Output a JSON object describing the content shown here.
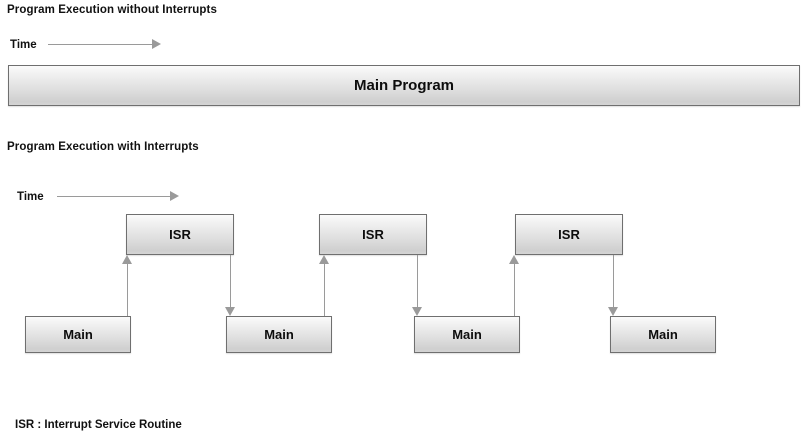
{
  "figure": {
    "sections": [
      {
        "id": "without-interrupts",
        "heading": "Program Execution without Interrupts",
        "time_axis": {
          "label": "Time",
          "arrow_icon": "right-arrow-icon"
        },
        "blocks": [
          {
            "label": "Main Program",
            "kind": "main-program"
          }
        ]
      },
      {
        "id": "with-interrupts",
        "heading": "Program Execution with Interrupts",
        "time_axis": {
          "label": "Time",
          "arrow_icon": "right-arrow-icon"
        },
        "isr_blocks": [
          {
            "label": "ISR"
          },
          {
            "label": "ISR"
          },
          {
            "label": "ISR"
          }
        ],
        "main_blocks": [
          {
            "label": "Main"
          },
          {
            "label": "Main"
          },
          {
            "label": "Main"
          },
          {
            "label": "Main"
          }
        ],
        "connectors": [
          {
            "direction": "up",
            "from": "Main",
            "to": "ISR",
            "icon": "arrow-up-icon"
          },
          {
            "direction": "down",
            "from": "ISR",
            "to": "Main",
            "icon": "arrow-down-icon"
          },
          {
            "direction": "up",
            "from": "Main",
            "to": "ISR",
            "icon": "arrow-up-icon"
          },
          {
            "direction": "down",
            "from": "ISR",
            "to": "Main",
            "icon": "arrow-down-icon"
          },
          {
            "direction": "up",
            "from": "Main",
            "to": "ISR",
            "icon": "arrow-up-icon"
          },
          {
            "direction": "down",
            "from": "ISR",
            "to": "Main",
            "icon": "arrow-down-icon"
          }
        ]
      }
    ],
    "legend": "ISR : Interrupt Service Routine",
    "colors": {
      "background": "#ffffff",
      "text": "#111111",
      "block_border": "#6f6f6f",
      "block_gradient_top": "#fbfbfb",
      "block_gradient_bottom": "#cfcfcf",
      "arrow": "#9a9a9a"
    }
  }
}
